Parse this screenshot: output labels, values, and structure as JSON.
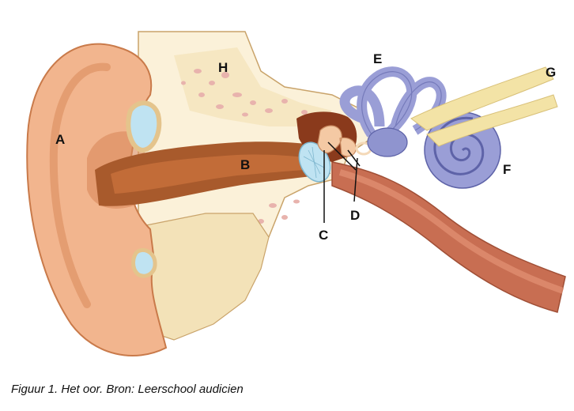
{
  "figure": {
    "labels": {
      "A": "A",
      "B": "B",
      "C": "C",
      "D": "D",
      "E": "E",
      "F": "F",
      "G": "G",
      "H": "H"
    }
  },
  "caption": "Figuur 1. Het oor. Bron: Leerschool audicien",
  "colors": {
    "skin": "#f2b58e",
    "skin_dark": "#d9885a",
    "canal": "#a85a2c",
    "bone": "#f3e2b8",
    "bone_light": "#fbf1d9",
    "bone_spots": "#e8b3ad",
    "tube": "#c86e52",
    "labyrinth": "#9a9ed6",
    "labyrinth_dark": "#5e63a8",
    "nerve": "#f3e3a6",
    "drum": "#bfe3f2"
  }
}
